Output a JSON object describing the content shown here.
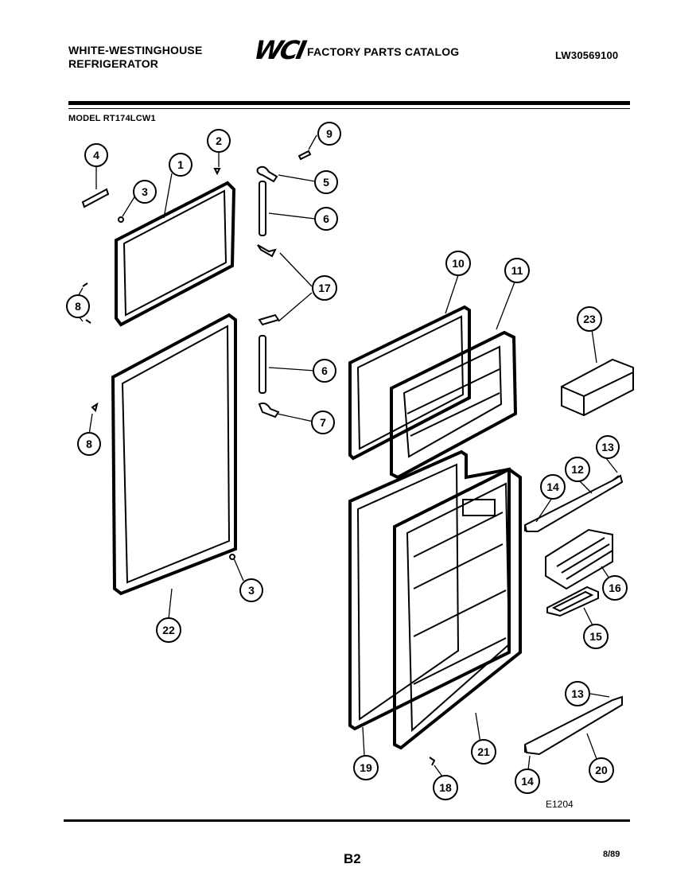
{
  "header": {
    "brand_line1": "WHITE-WESTINGHOUSE",
    "brand_line2": "REFRIGERATOR",
    "logo": "WCI",
    "catalog_title": "FACTORY PARTS CATALOG",
    "doc_number": "LW30569100",
    "model": "MODEL RT174LCW1"
  },
  "footer": {
    "page": "B2",
    "date": "8/89",
    "figure_code": "E1204"
  },
  "callouts": [
    {
      "id": "c4",
      "label": "4"
    },
    {
      "id": "c1",
      "label": "1"
    },
    {
      "id": "c2",
      "label": "2"
    },
    {
      "id": "c3a",
      "label": "3"
    },
    {
      "id": "c9",
      "label": "9"
    },
    {
      "id": "c5",
      "label": "5"
    },
    {
      "id": "c6a",
      "label": "6"
    },
    {
      "id": "c17",
      "label": "17"
    },
    {
      "id": "c8a",
      "label": "8"
    },
    {
      "id": "c6b",
      "label": "6"
    },
    {
      "id": "c7",
      "label": "7"
    },
    {
      "id": "c8b",
      "label": "8"
    },
    {
      "id": "c3b",
      "label": "3"
    },
    {
      "id": "c22",
      "label": "22"
    },
    {
      "id": "c10",
      "label": "10"
    },
    {
      "id": "c11",
      "label": "11"
    },
    {
      "id": "c23",
      "label": "23"
    },
    {
      "id": "c13a",
      "label": "13"
    },
    {
      "id": "c12",
      "label": "12"
    },
    {
      "id": "c14a",
      "label": "14"
    },
    {
      "id": "c16",
      "label": "16"
    },
    {
      "id": "c15",
      "label": "15"
    },
    {
      "id": "c13b",
      "label": "13"
    },
    {
      "id": "c14b",
      "label": "14"
    },
    {
      "id": "c20",
      "label": "20"
    },
    {
      "id": "c21",
      "label": "21"
    },
    {
      "id": "c19",
      "label": "19"
    },
    {
      "id": "c18",
      "label": "18"
    }
  ]
}
